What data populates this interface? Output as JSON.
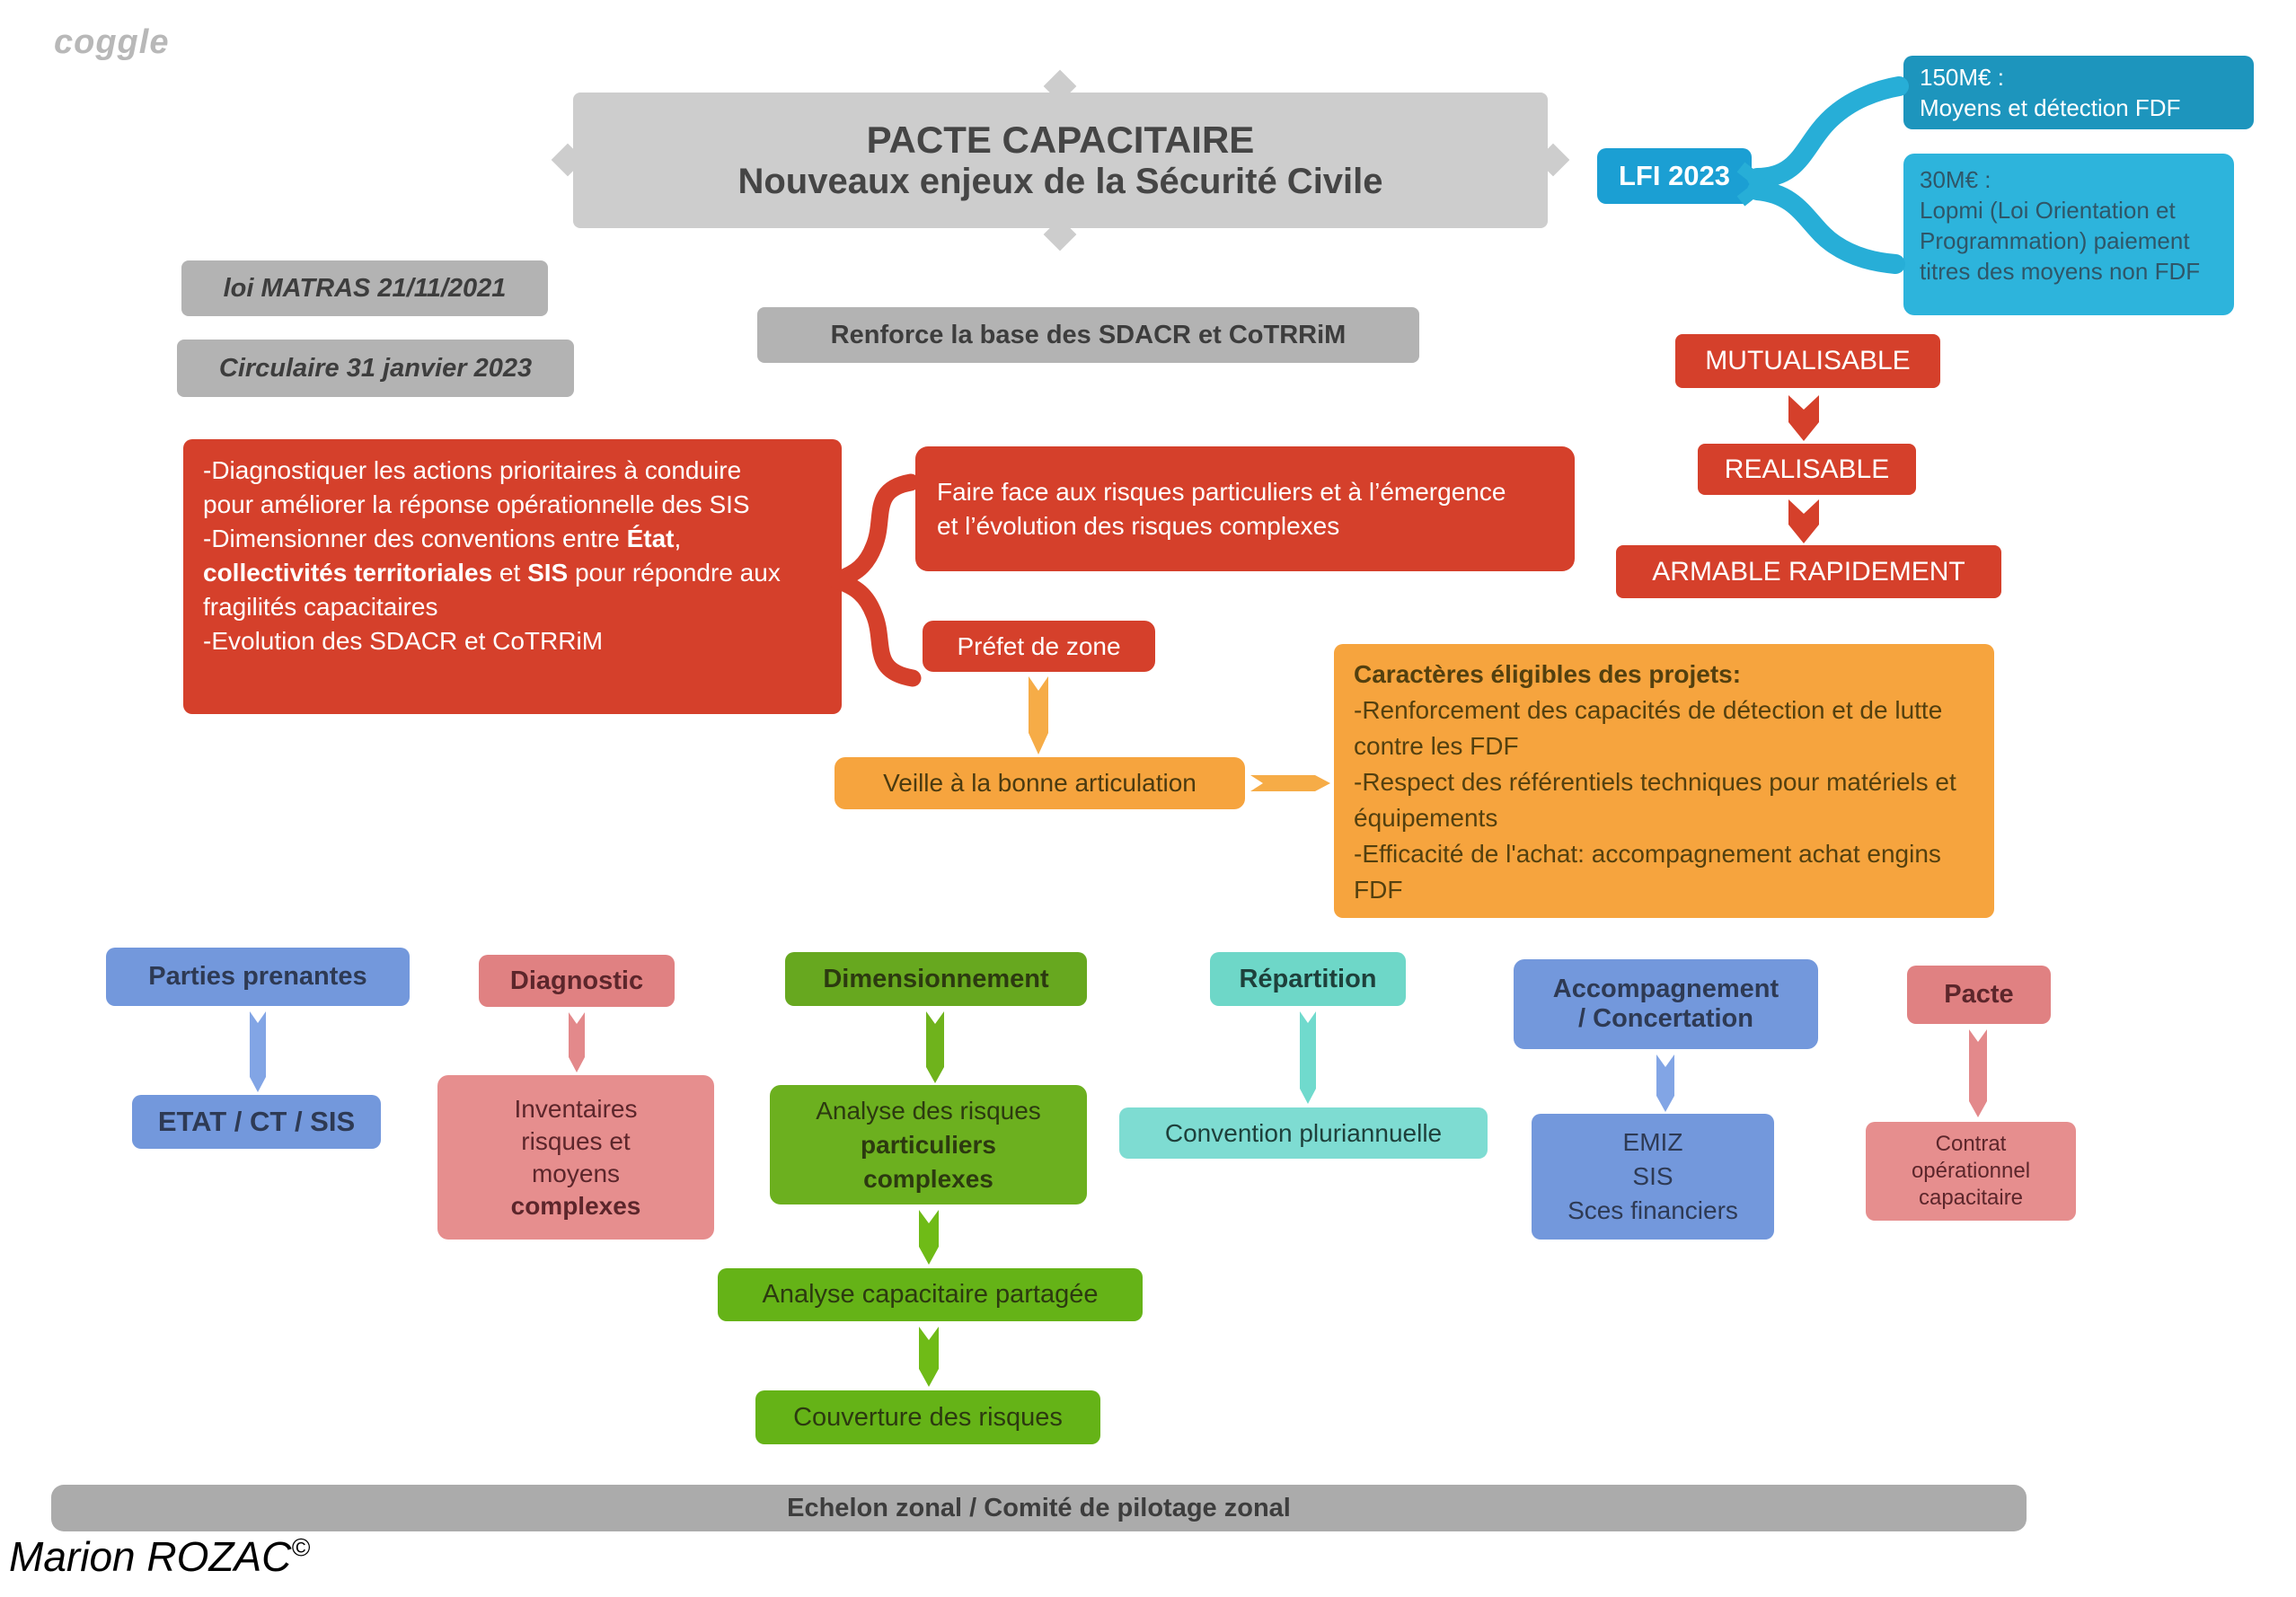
{
  "watermark": "coggle",
  "palette": {
    "red": "#d5402b",
    "orange": "#f6a43e",
    "gray": "#b3b3b3",
    "title_gray": "#cdcdcd",
    "blue": "#7398dc",
    "salmon": "#e08182",
    "salmon_light": "#e68e8e",
    "green": "#67a81f",
    "green_bright": "#65b317",
    "teal": "#6ed7c8",
    "teal_light": "#7edcd2",
    "cyan": "#1b9fd3",
    "cyan_dark": "#1d95bd",
    "cyan_light": "#2db4dc"
  },
  "title": {
    "line1": "PACTE CAPACITAIRE",
    "line2": "Nouveaux enjeux de la Sécurité Civile"
  },
  "legal": {
    "matras": "loi MATRAS 21/11/2021",
    "circulaire": "Circulaire 31 janvier 2023"
  },
  "renforce_label": "Renforce la base des SDACR et CoTRRiM",
  "lfi": {
    "label": "LFI 2023",
    "branch_150": {
      "amount": "150M€ :",
      "desc": "Moyens et détection FDF"
    },
    "branch_30": {
      "amount": "30M€ :",
      "desc": "Lopmi (Loi Orientation et Programmation) paiement titres des moyens non FDF"
    }
  },
  "missions": {
    "p1": "-Diagnostiquer les actions prioritaires à conduire pour améliorer la réponse opérationnelle des SIS",
    "p2a": "-Dimensionner des conventions entre ",
    "p2b": "État",
    "p2c": ", ",
    "p2d": "collectivités territoriales",
    "p2e": " et ",
    "p2f": "SIS",
    "p2g": " pour répondre aux fragilités capacitaires",
    "p3": "-Evolution des SDACR et CoTRRiM"
  },
  "risques_complexes": "Faire face aux risques particuliers et à l’émergence et l’évolution des risques complexes",
  "prefet_label": "Préfet de zone",
  "veille_label": "Veille à la bonne articulation",
  "eligibilite": {
    "title": "Caractères éligibles des projets:",
    "items": [
      "-Renforcement des capacités de détection et de lutte contre les FDF",
      "-Respect des référentiels techniques pour matériels et équipements",
      "-Efficacité de l'achat: accompagnement achat engins FDF"
    ]
  },
  "chain": {
    "step1": "MUTUALISABLE",
    "step2": "REALISABLE",
    "step3": "ARMABLE RAPIDEMENT"
  },
  "columns": {
    "parties": {
      "header": "Parties prenantes",
      "child": "ETAT / CT / SIS"
    },
    "diagnostic": {
      "header": "Diagnostic",
      "child_text": "Inventaires risques et moyens",
      "child_bold": "complexes"
    },
    "dimensionnement": {
      "header": "Dimensionnement",
      "child_l1": "Analyse des risques",
      "child_l2": "particuliers",
      "child_l3": "complexes",
      "analyse_partagee": "Analyse capacitaire partagée",
      "couverture": "Couverture des risques"
    },
    "repartition": {
      "header": "Répartition",
      "child": "Convention pluriannuelle"
    },
    "accompagnement": {
      "header_l1": "Accompagnement",
      "header_l2": "/ Concertation",
      "child_lines": [
        "EMIZ",
        "SIS",
        "Sces financiers"
      ]
    },
    "pacte": {
      "header": "Pacte",
      "child": "Contrat opérationnel capacitaire"
    }
  },
  "footer": {
    "echelon": "Echelon zonal / Comité de pilotage zonal",
    "author": "Marion ROZAC",
    "copyright": "©"
  }
}
